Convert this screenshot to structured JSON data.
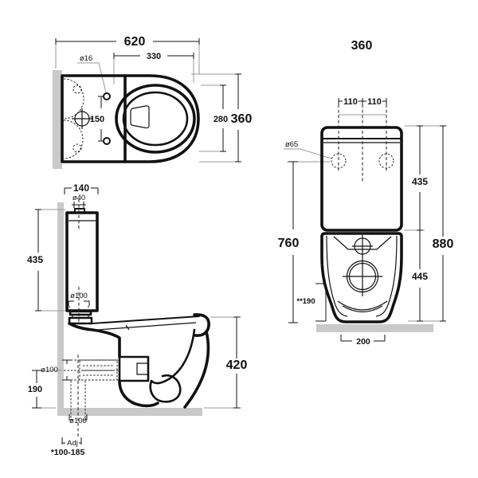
{
  "drawing": {
    "background": "#ffffff",
    "line_color": "#111111",
    "extension_line_color": "#9a9a9a",
    "wall_floor_color": "#c9c9c9",
    "top_view": {
      "overall_length": "620",
      "seat_opening_length": "330",
      "seat_opening_width": "280",
      "overall_width": "360",
      "seat_hole_dia": "ø16",
      "seat_hole_spacing": "150"
    },
    "front_view": {
      "overall_width_title": "360",
      "hole_offset_left": "110",
      "hole_offset_right": "110",
      "hole_dia": "ø65",
      "cistern_height": "435",
      "pan_height": "445",
      "overall_height": "880",
      "height_to_holes": "760",
      "outlet_centre_height": "**190",
      "base_width": "200"
    },
    "side_view": {
      "cistern_depth": "140",
      "inlet_dia": "ø40",
      "flush_pipe_dia": "ø100",
      "cistern_height": "435",
      "horizontal_outlet_dia": "ø100",
      "outlet_centre_height": "190",
      "pan_height": "420",
      "vertical_outlet_dia": "ø100",
      "adjustable_label": "Adj",
      "adjustable_range": "*100-185"
    }
  }
}
